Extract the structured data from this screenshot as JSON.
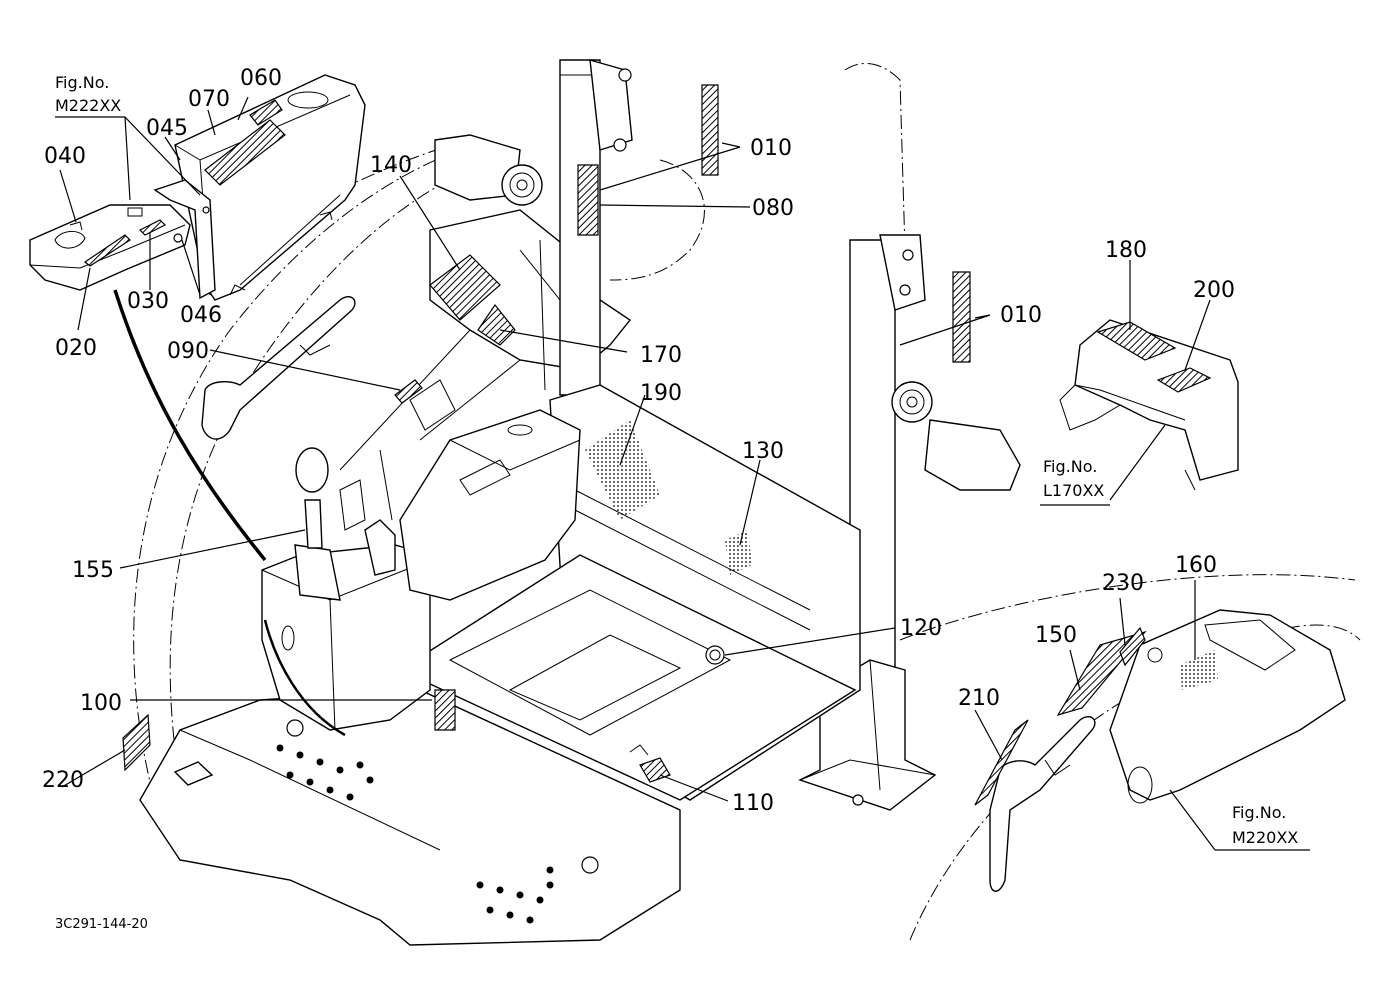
{
  "figure_code": "3C291-144-20",
  "figure_refs": [
    {
      "id": "m222",
      "title": "Fig.No.",
      "code": "M222XX"
    },
    {
      "id": "l170",
      "title": "Fig.No.",
      "code": "L170XX"
    },
    {
      "id": "m220",
      "title": "Fig.No.",
      "code": "M220XX"
    }
  ],
  "part_labels": [
    "060",
    "070",
    "045",
    "040",
    "020",
    "030",
    "046",
    "010",
    "080",
    "140",
    "170",
    "090",
    "190",
    "130",
    "010",
    "180",
    "200",
    "155",
    "120",
    "100",
    "220",
    "110",
    "230",
    "160",
    "150",
    "210"
  ],
  "colors": {
    "line": "#000000",
    "background": "#ffffff"
  }
}
